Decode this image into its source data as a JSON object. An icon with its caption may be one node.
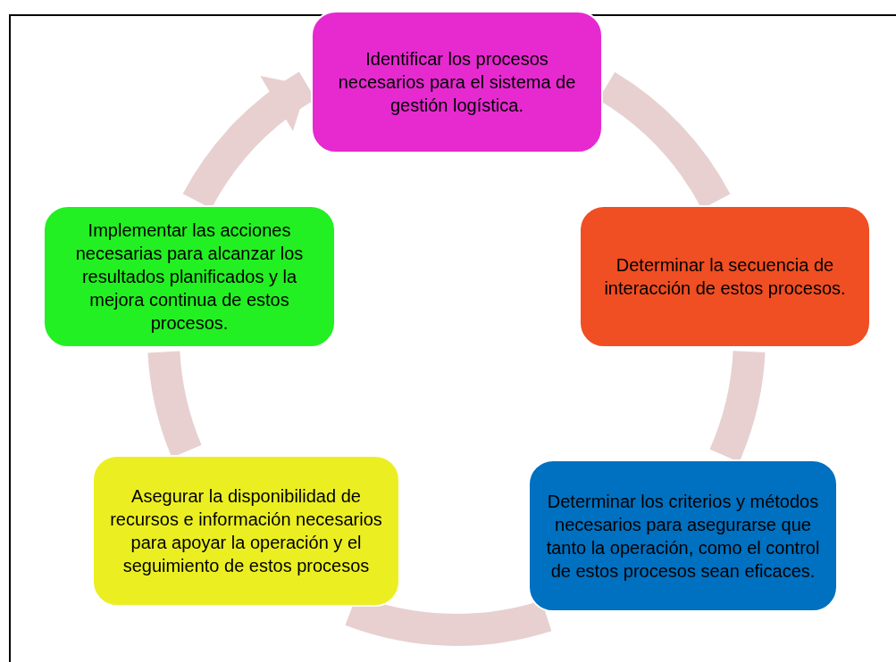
{
  "diagram": {
    "nodes": [
      {
        "text": [
          "Identificar los procesos necesarios para el sistema de gestión logística."
        ]
      },
      {
        "text": [
          "Determinar la secuencia de interacción de estos procesos."
        ]
      },
      {
        "text": [
          "Determinar los criterios y métodos necesarios para asegurarse que tanto la operación, como el control de estos procesos sean eficaces."
        ]
      },
      {
        "text": [
          "Asegurar la disponibilidad de recursos e información necesarios para apoyar la operación y el seguimiento de estos procesos"
        ]
      },
      {
        "text": [
          "Implementar las acciones necesarias para alcanzar los resultados planificados y la mejora continua de estos procesos."
        ]
      }
    ],
    "edges": [
      {
        "from": 0,
        "to": 1,
        "arrow": "none"
      },
      {
        "from": 1,
        "to": 2,
        "arrow": "none"
      },
      {
        "from": 2,
        "to": 3,
        "arrow": "none"
      },
      {
        "from": 3,
        "to": 4,
        "arrow": "none"
      },
      {
        "from": 4,
        "to": 0,
        "arrow": "to"
      }
    ]
  }
}
